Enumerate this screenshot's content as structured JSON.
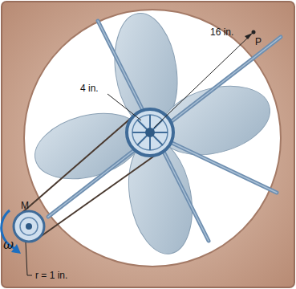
{
  "diagram": {
    "labels": [
      "4 in.",
      "16 in.",
      "P",
      "M",
      "ω",
      "r = 1 in."
    ]
  }
}
